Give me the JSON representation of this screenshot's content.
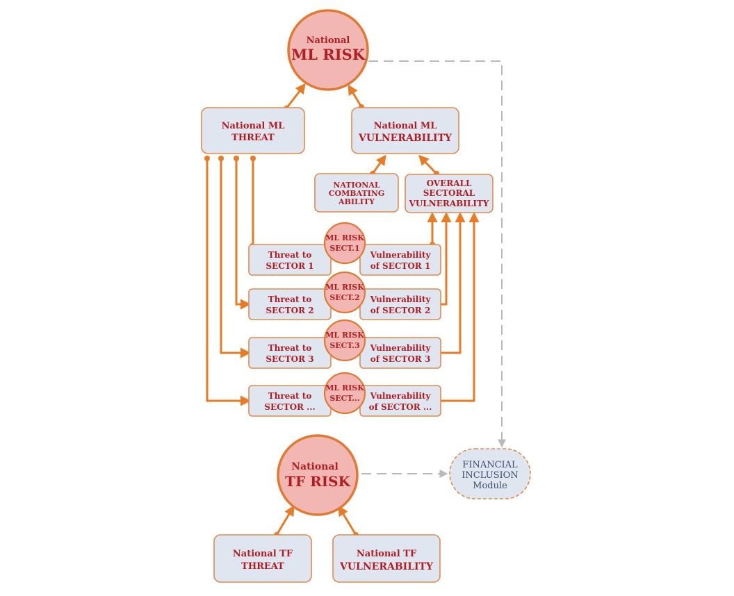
{
  "ml_risk": {
    "line1": "National",
    "line2": "ML RISK"
  },
  "ml_threat": {
    "line1": "National ML",
    "line2": "THREAT"
  },
  "ml_vulnerability": {
    "line1": "National ML",
    "line2": "VULNERABILITY"
  },
  "combating_ability": {
    "line1": "NATIONAL",
    "line2": "COMBATING",
    "line3": "ABILITY"
  },
  "sectoral_vulnerability": {
    "line1": "OVERALL",
    "line2": "SECTORAL",
    "line3": "VULNERABILITY"
  },
  "sectors": [
    {
      "threat_line1": "Threat to",
      "threat_line2": "SECTOR 1",
      "risk_line1": "ML RISK",
      "risk_line2": "SECT.1",
      "vuln_line1": "Vulnerability",
      "vuln_line2": "of SECTOR 1"
    },
    {
      "threat_line1": "Threat to",
      "threat_line2": "SECTOR 2",
      "risk_line1": "ML RISK",
      "risk_line2": "SECT.2",
      "vuln_line1": "Vulnerability",
      "vuln_line2": "of SECTOR 2"
    },
    {
      "threat_line1": "Threat to",
      "threat_line2": "SECTOR 3",
      "risk_line1": "ML RISK",
      "risk_line2": "SECT.3",
      "vuln_line1": "Vulnerability",
      "vuln_line2": "of SECTOR 3"
    },
    {
      "threat_line1": "Threat to",
      "threat_line2": "SECTOR ...",
      "risk_line1": "ML RISK",
      "risk_line2": "SECT...",
      "vuln_line1": "Vulnerability",
      "vuln_line2": "of SECTOR ..."
    }
  ],
  "tf_risk": {
    "line1": "National",
    "line2": "TF RISK"
  },
  "tf_threat": {
    "line1": "National TF",
    "line2": "THREAT"
  },
  "tf_vulnerability": {
    "line1": "National TF",
    "line2": "VULNERABILITY"
  },
  "financial_inclusion": {
    "line1": "FINANCIAL",
    "line2": "INCLUSION",
    "line3": "Module"
  },
  "colors": {
    "connector": "#e77b26",
    "box_fill": "#dfe6f0",
    "circle_fill": "#f2b7b3",
    "text": "#b01e24",
    "dashed": "#b9b9b9"
  }
}
